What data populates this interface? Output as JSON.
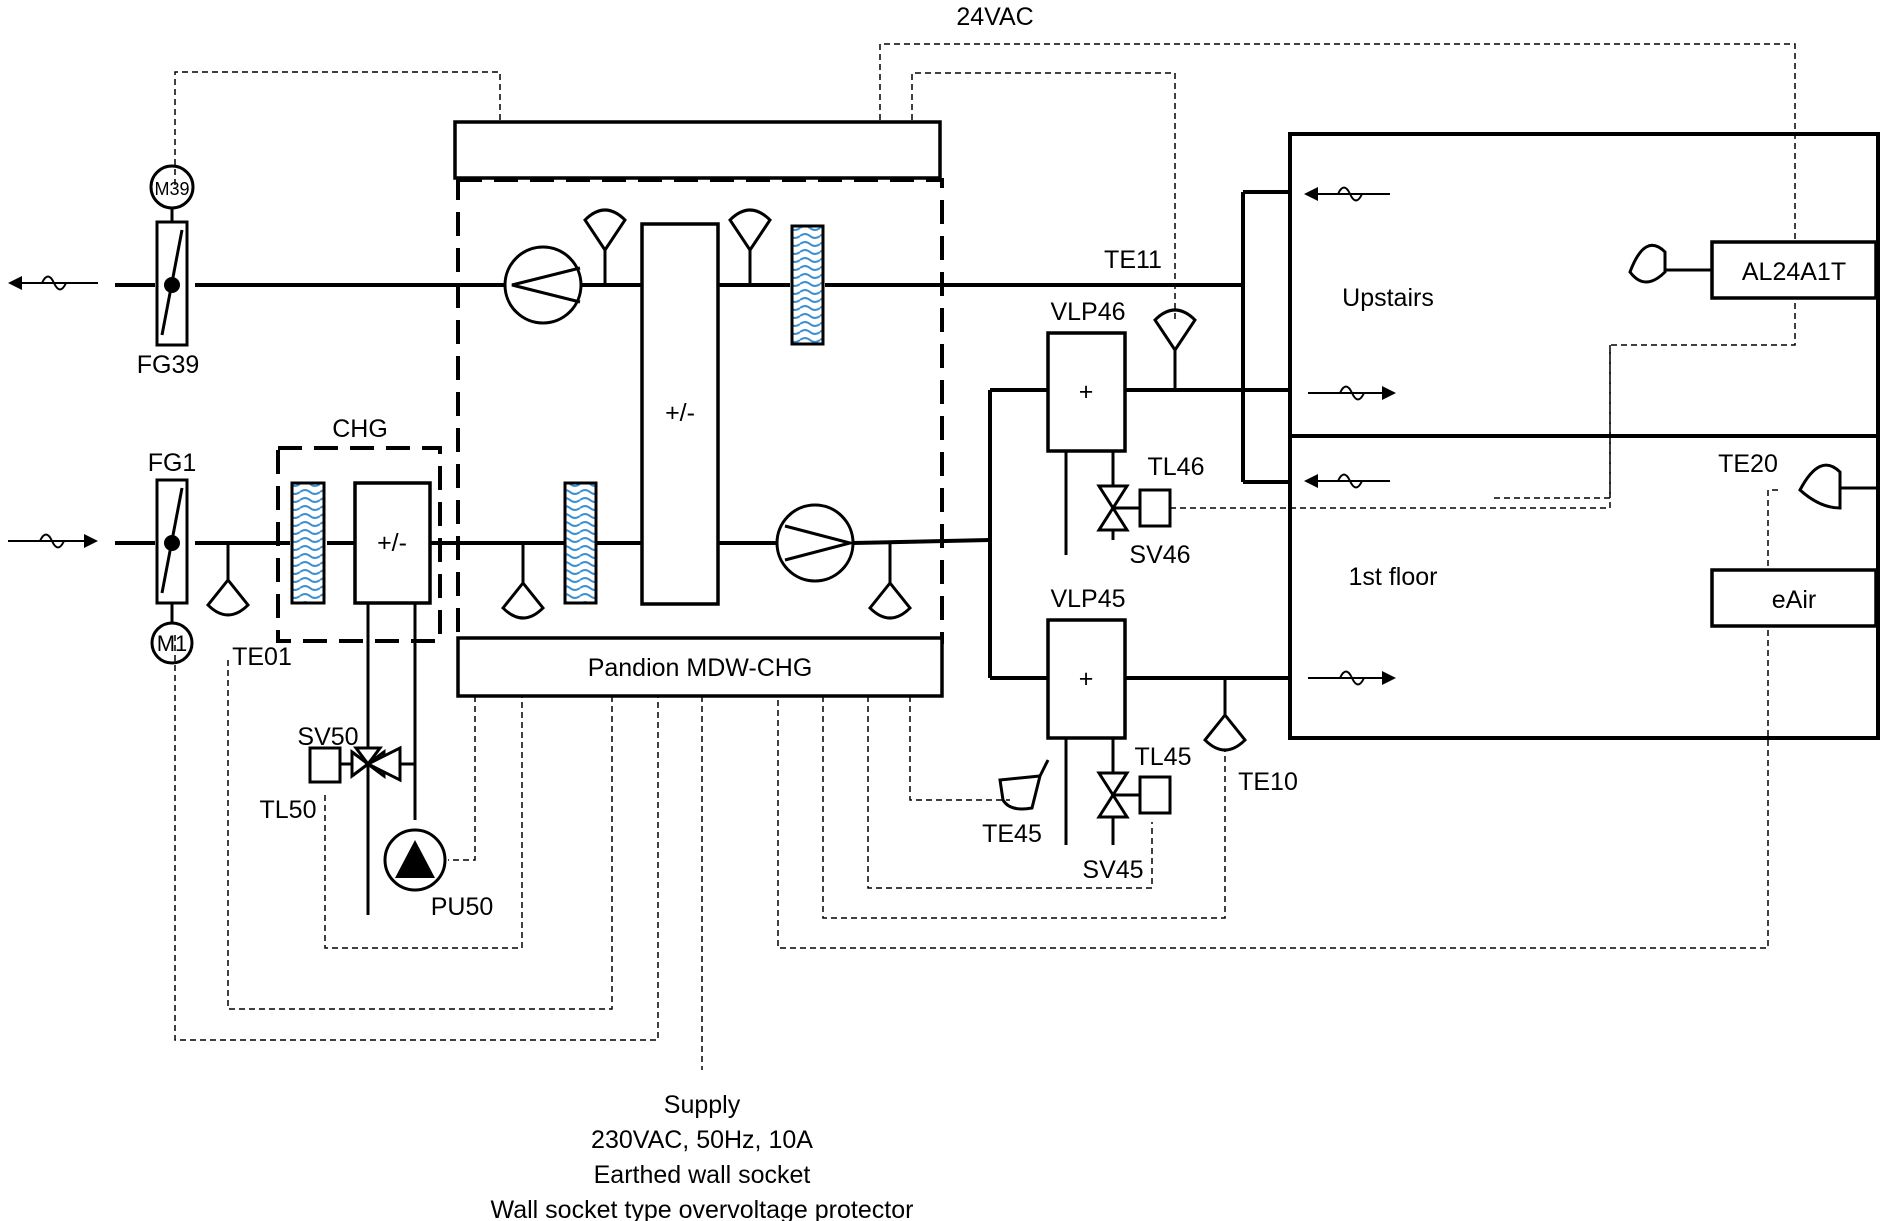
{
  "diagram": {
    "power_label": "24VAC",
    "unit_name": "Pandion MDW-CHG",
    "chg_label": "CHG",
    "exchanger_sign": "+/-",
    "chg_coil_sign": "+/-",
    "coil46_sign": "+",
    "coil45_sign": "+",
    "upstairs_label": "Upstairs",
    "first_floor_label": "1st floor",
    "al24a1t_label": "AL24A1T",
    "eair_label": "eAir",
    "labels": {
      "m39": "M39",
      "m1": "M1",
      "fg39": "FG39",
      "fg1": "FG1",
      "te01": "TE01",
      "te11": "TE11",
      "te10": "TE10",
      "te20": "TE20",
      "te45": "TE45",
      "vlp46": "VLP46",
      "vlp45": "VLP45",
      "tl46": "TL46",
      "tl45": "TL45",
      "tl50": "TL50",
      "sv46": "SV46",
      "sv45": "SV45",
      "sv50": "SV50",
      "pu50": "PU50"
    },
    "supply_lines": [
      "Supply",
      "230VAC, 50Hz, 10A",
      "Earthed wall socket",
      "Wall socket type overvoltage protector"
    ]
  }
}
